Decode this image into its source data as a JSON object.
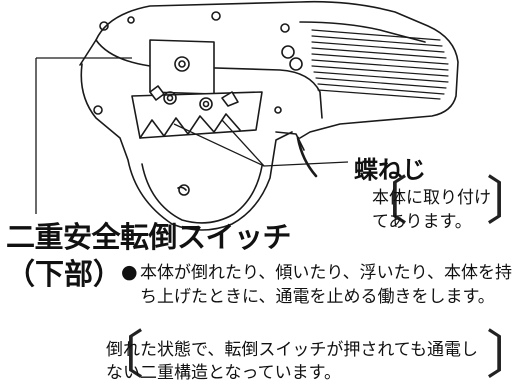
{
  "labels": {
    "switch_title": "二重安全転倒スイッチ",
    "switch_sub": "（下部）",
    "screw_title": "蝶ねじ",
    "screw_note": "本体に取り付けてあります。"
  },
  "description": {
    "bullet": "●",
    "text": "本体が倒れたり、傾いたり、浮いたり、本体を持ち上げたときに、通電を止める働きをします。"
  },
  "warning": {
    "text": "倒れた状態で、転倒スイッチが押されても通電しない二重構造となっています。"
  },
  "colors": {
    "line": "#1a1a1a",
    "fill": "#ffffff",
    "shade": "#e8e8e8"
  }
}
